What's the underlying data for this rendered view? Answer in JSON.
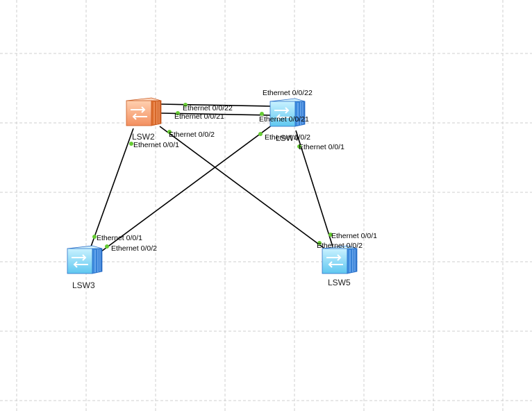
{
  "topology": {
    "devices": [
      {
        "id": "LSW2",
        "label": "LSW2",
        "color": "orange"
      },
      {
        "id": "LSW4",
        "label": "LSW4",
        "color": "blue"
      },
      {
        "id": "LSW3",
        "label": "LSW3",
        "color": "blue"
      },
      {
        "id": "LSW5",
        "label": "LSW5",
        "color": "blue"
      }
    ],
    "links": [
      {
        "a": "LSW2",
        "a_port": "Ethernet 0/0/22",
        "b": "LSW4",
        "b_port": "Ethernet 0/0/22"
      },
      {
        "a": "LSW2",
        "a_port": "Ethernet 0/0/21",
        "b": "LSW4",
        "b_port": "Ethernet 0/0/21"
      },
      {
        "a": "LSW2",
        "a_port": "Ethernet 0/0/1",
        "b": "LSW3",
        "b_port": "Ethernet 0/0/1"
      },
      {
        "a": "LSW2",
        "a_port": "Ethernet 0/0/2",
        "b": "LSW5",
        "b_port": "Ethernet 0/0/2"
      },
      {
        "a": "LSW4",
        "a_port": "Ethernet 0/0/2",
        "b": "LSW3",
        "b_port": "Ethernet 0/0/2"
      },
      {
        "a": "LSW4",
        "a_port": "Ethernet 0/0/1",
        "b": "LSW5",
        "b_port": "Ethernet 0/0/1"
      }
    ]
  },
  "colors": {
    "link": "#000000",
    "port_dot": "#66cc33",
    "grid": "#cfcfcf",
    "switch_blue": "#4aa8e8",
    "switch_orange": "#f07a3a"
  }
}
